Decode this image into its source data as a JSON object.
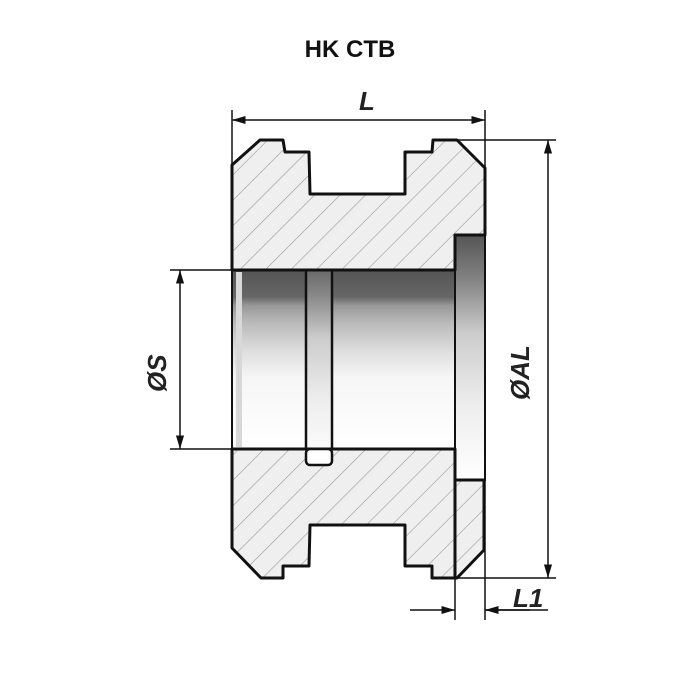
{
  "title": "HK CTB",
  "dimensions": {
    "length": "L",
    "outer_diameter": "ØAL",
    "bore_diameter": "ØS",
    "step_length": "L1"
  },
  "colors": {
    "line": "#111111",
    "section_fill": "#efefef",
    "hatch": "#9a9a9a"
  }
}
